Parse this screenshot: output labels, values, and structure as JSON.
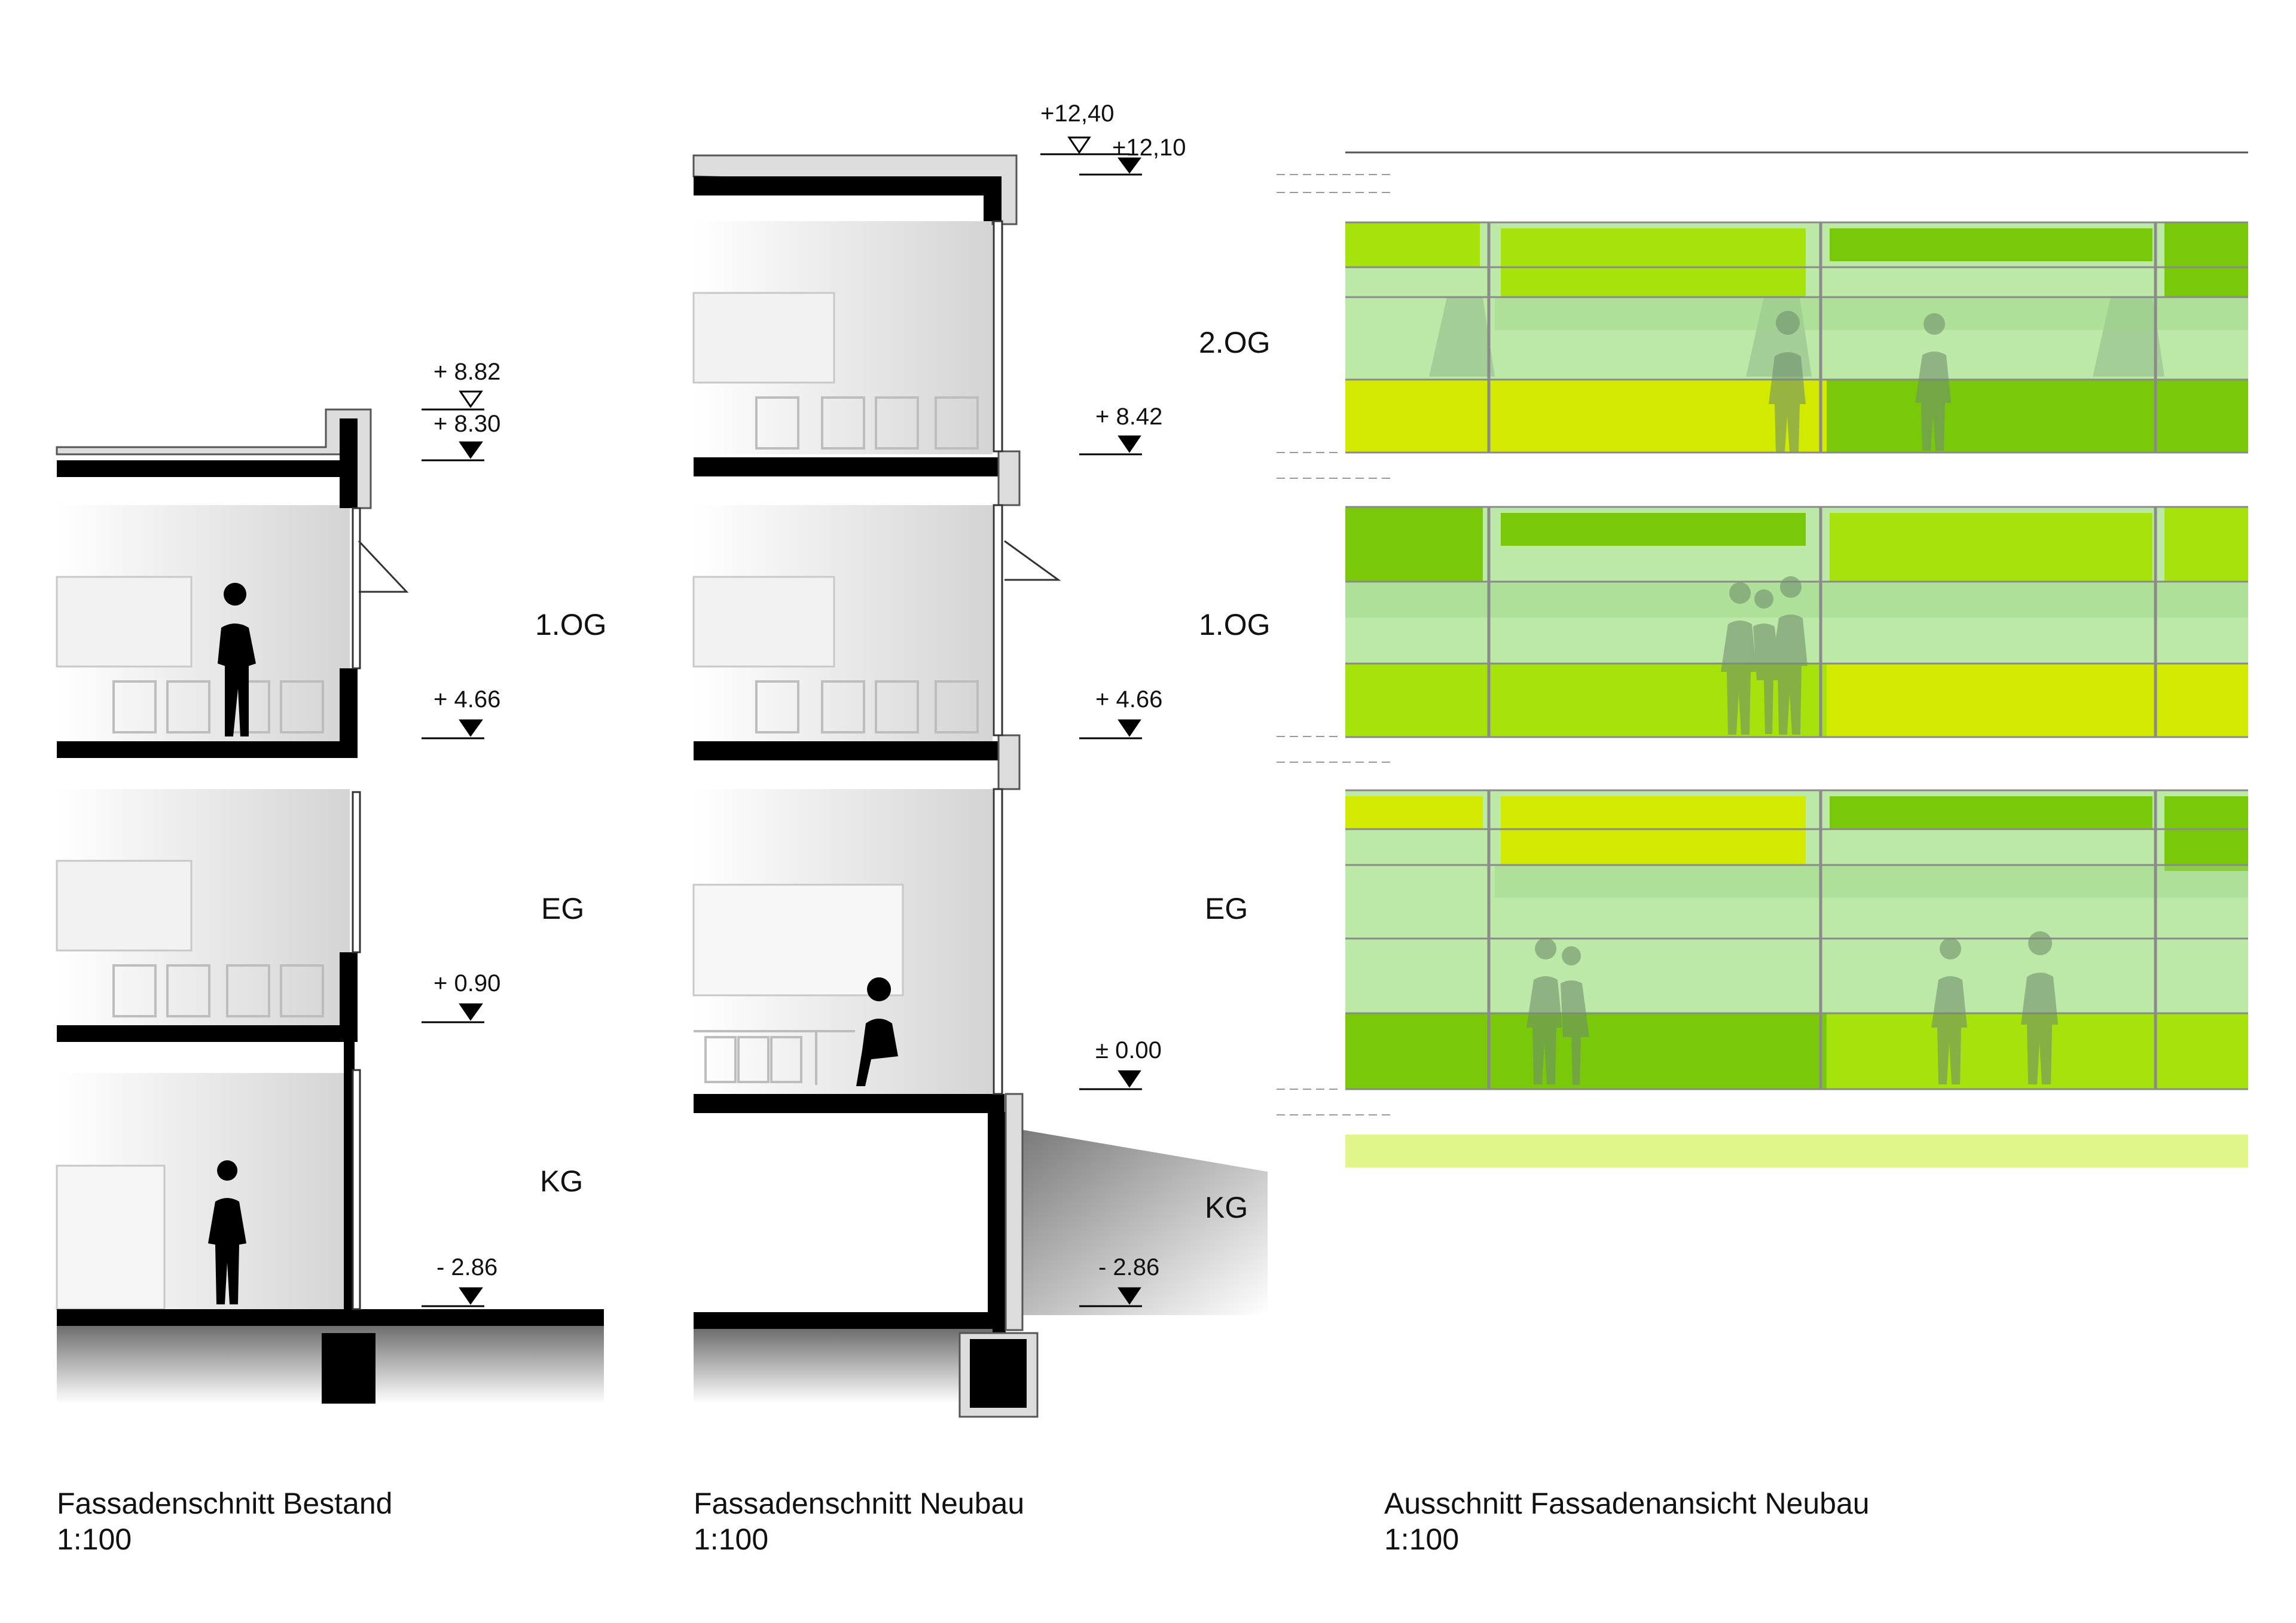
{
  "sections": {
    "bestand": {
      "caption_title": "Fassadenschnitt Bestand",
      "caption_scale": "1:100",
      "levels": {
        "top": "+ 8.82",
        "roof": "+ 8.30",
        "og1": "+ 4.66",
        "eg": "+ 0.90",
        "kg": "- 2.86"
      },
      "floor_names": {
        "og1": "1.OG",
        "eg": "EG",
        "kg": "KG"
      }
    },
    "neubau": {
      "caption_title": "Fassadenschnitt Neubau",
      "caption_scale": "1:100",
      "levels": {
        "top": "+12,40",
        "roof": "+12,10",
        "og2": "+ 8.42",
        "og1": "+ 4.66",
        "eg": "± 0.00",
        "kg": "- 2.86"
      },
      "floor_names": {
        "og2": "2.OG",
        "og1": "1.OG",
        "eg": "EG",
        "kg": "KG"
      }
    },
    "ansicht": {
      "caption_title": "Ausschnitt Fassadenansicht Neubau",
      "caption_scale": "1:100"
    }
  },
  "colors": {
    "wall": "#000000",
    "light_green": "#bde9a8",
    "yellow_green": "#a6e20c",
    "lime": "#d2ea00",
    "mid_green": "#79c90a",
    "pale_yellow": "#e0f68a"
  }
}
